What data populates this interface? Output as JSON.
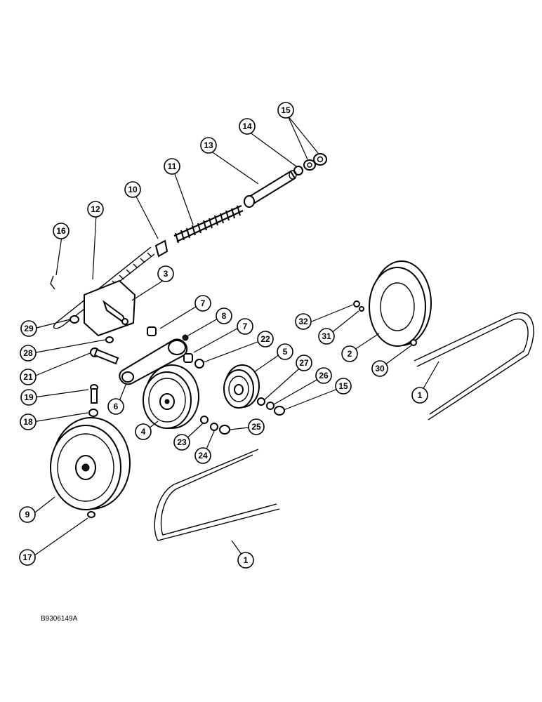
{
  "drawing_code": "B9306149A",
  "callouts": [
    {
      "id": "c15a",
      "label": "15"
    },
    {
      "id": "c14",
      "label": "14"
    },
    {
      "id": "c13",
      "label": "13"
    },
    {
      "id": "c11",
      "label": "11"
    },
    {
      "id": "c10",
      "label": "10"
    },
    {
      "id": "c12",
      "label": "12"
    },
    {
      "id": "c16",
      "label": "16"
    },
    {
      "id": "c3",
      "label": "3"
    },
    {
      "id": "c29",
      "label": "29"
    },
    {
      "id": "c28",
      "label": "28"
    },
    {
      "id": "c21",
      "label": "21"
    },
    {
      "id": "c19",
      "label": "19"
    },
    {
      "id": "c18",
      "label": "18"
    },
    {
      "id": "c9",
      "label": "9"
    },
    {
      "id": "c17",
      "label": "17"
    },
    {
      "id": "c7a",
      "label": "7"
    },
    {
      "id": "c8",
      "label": "8"
    },
    {
      "id": "c7b",
      "label": "7"
    },
    {
      "id": "c22",
      "label": "22"
    },
    {
      "id": "c6",
      "label": "6"
    },
    {
      "id": "c4",
      "label": "4"
    },
    {
      "id": "c5",
      "label": "5"
    },
    {
      "id": "c27",
      "label": "27"
    },
    {
      "id": "c26",
      "label": "26"
    },
    {
      "id": "c15b",
      "label": "15"
    },
    {
      "id": "c25",
      "label": "25"
    },
    {
      "id": "c24",
      "label": "24"
    },
    {
      "id": "c23",
      "label": "23"
    },
    {
      "id": "c32",
      "label": "32"
    },
    {
      "id": "c31",
      "label": "31"
    },
    {
      "id": "c2",
      "label": "2"
    },
    {
      "id": "c30",
      "label": "30"
    },
    {
      "id": "c1a",
      "label": "1"
    },
    {
      "id": "c1b",
      "label": "1"
    }
  ]
}
